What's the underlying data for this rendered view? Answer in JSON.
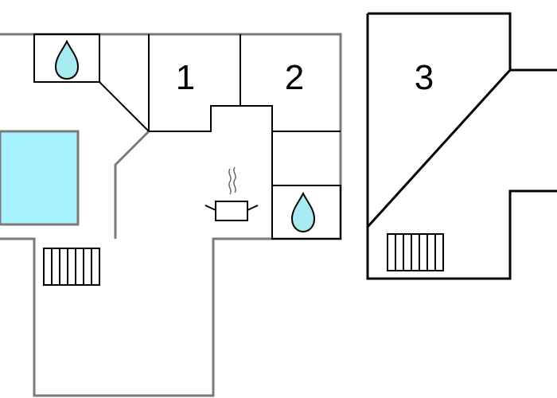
{
  "colors": {
    "wall_outer": "#7a7a7a",
    "wall_dark": "#000000",
    "pool": "#a6f2ff",
    "water_drop": "#a6eaf2",
    "background": "#ffffff"
  },
  "rooms": [
    {
      "id": "bedroom-1",
      "label": "1"
    },
    {
      "id": "bedroom-2",
      "label": "2"
    },
    {
      "id": "bedroom-3",
      "label": "3"
    }
  ],
  "icons": [
    {
      "name": "bathroom-drop-icon",
      "meaning": "bathroom"
    },
    {
      "name": "bathroom-drop-icon-2",
      "meaning": "bathroom"
    },
    {
      "name": "kitchen-pot-icon",
      "meaning": "kitchen"
    },
    {
      "name": "stairs-icon",
      "meaning": "stairs"
    },
    {
      "name": "stairs-icon-2",
      "meaning": "stairs"
    },
    {
      "name": "pool-area",
      "meaning": "pool"
    }
  ]
}
